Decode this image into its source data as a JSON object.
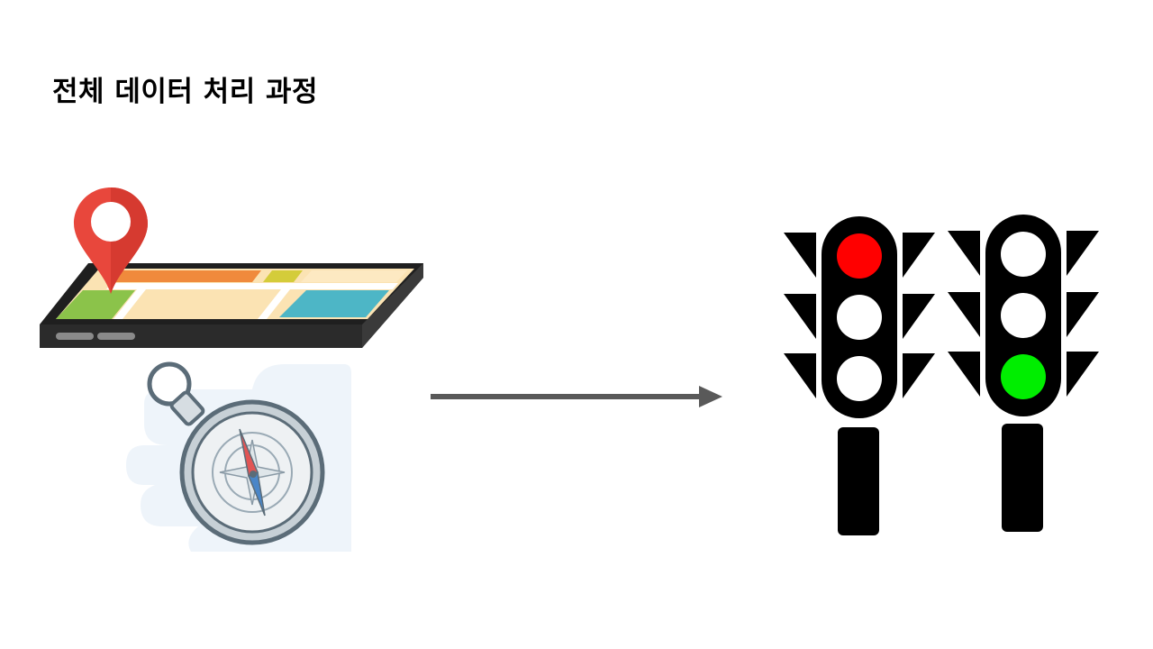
{
  "slide": {
    "title": "전체 데이터 처리 과정"
  },
  "icons": {
    "phone_map": "smartphone-map-icon",
    "location_pin": "location-pin-icon",
    "compass": "compass-icon",
    "arrow": "right-arrow-icon",
    "traffic_light_red": "traffic-light-red-icon",
    "traffic_light_green": "traffic-light-green-icon"
  },
  "colors": {
    "pin": "#e8473c",
    "map_green": "#8bc34a",
    "map_orange": "#f08a3c",
    "map_yellow": "#d4cc3a",
    "map_sand": "#fbe3b3",
    "map_teal": "#4db6c6",
    "device_body": "#1f1f1f",
    "compass_ring": "#5b6c78",
    "compass_face": "#eef1f3",
    "needle_red": "#e15555",
    "needle_blue": "#4a86c8",
    "arrow": "#595959",
    "signal_red": "#ff0000",
    "signal_green": "#00ee00",
    "signal_off": "#ffffff",
    "traffic_light_body": "#000000"
  },
  "traffic_lights": [
    {
      "lit": "red"
    },
    {
      "lit": "green"
    }
  ]
}
